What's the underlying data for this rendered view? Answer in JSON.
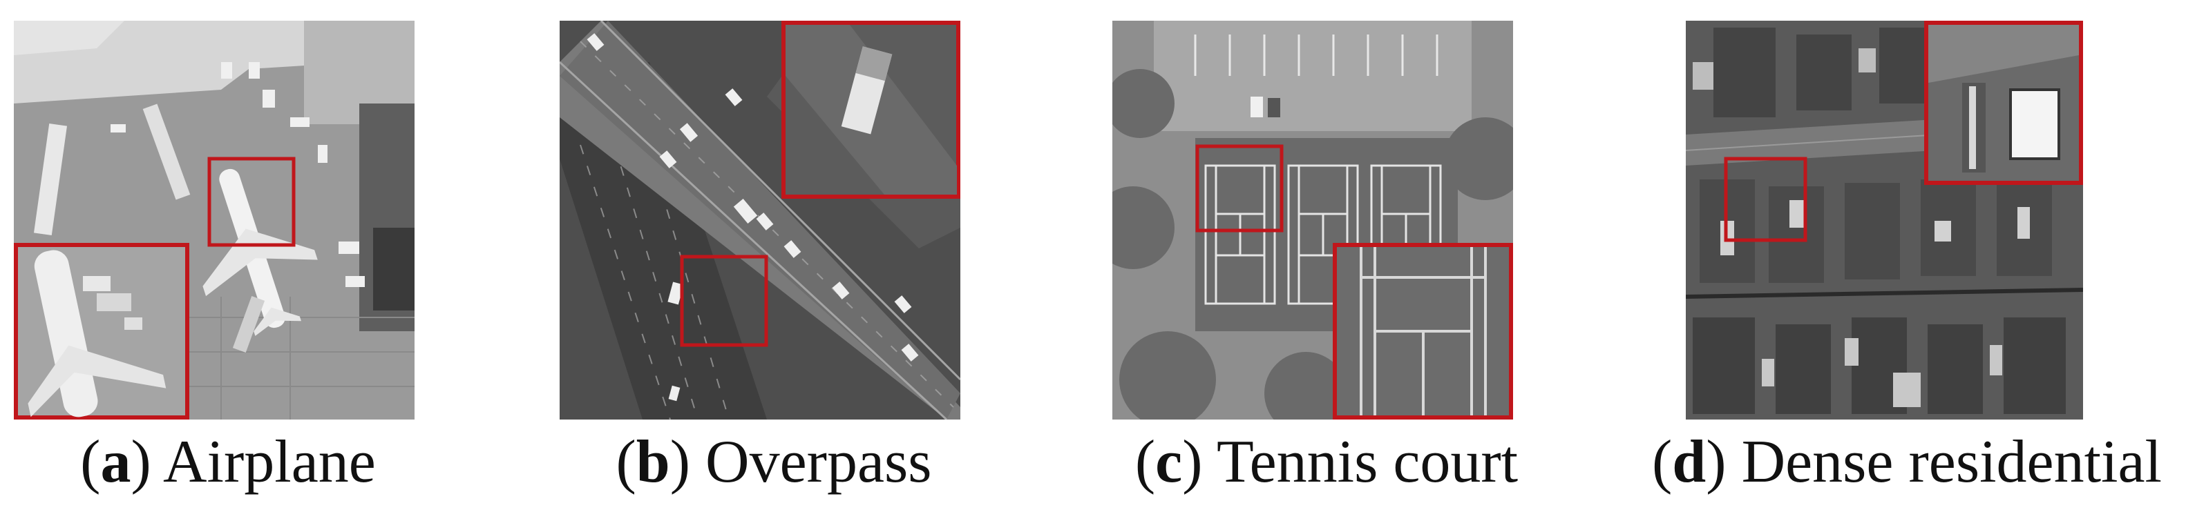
{
  "colors": {
    "highlight_box": "#c0161b",
    "caption_text": "#111111"
  },
  "panels": [
    {
      "letter": "a",
      "caption": "Airplane"
    },
    {
      "letter": "b",
      "caption": "Overpass"
    },
    {
      "letter": "c",
      "caption": "Tennis court"
    },
    {
      "letter": "d",
      "caption": "Dense residential"
    }
  ]
}
